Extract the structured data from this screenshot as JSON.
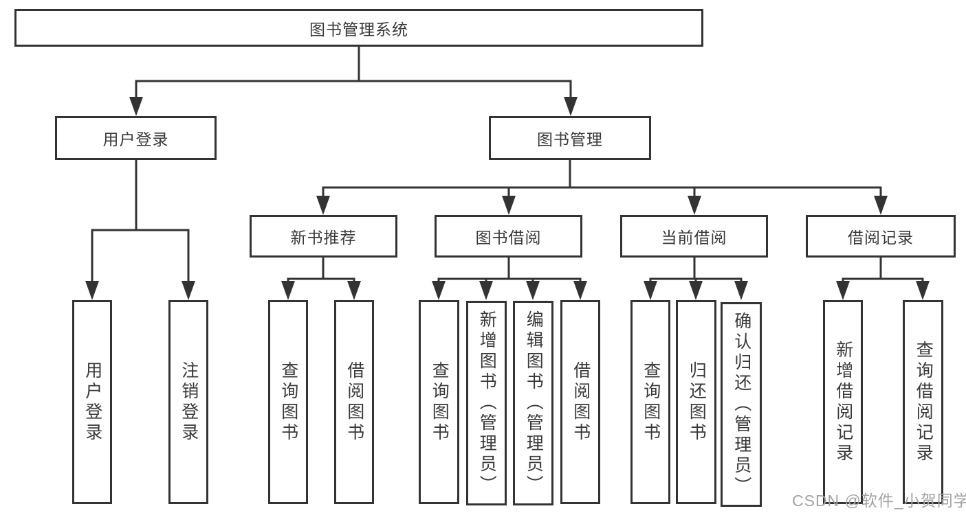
{
  "tree": {
    "root": {
      "label": "图书管理系统"
    },
    "branches": [
      {
        "label": "用户登录",
        "children": [
          "用户登录",
          "注销登录"
        ]
      },
      {
        "label": "图书管理",
        "children": [
          {
            "label": "新书推荐",
            "children": [
              "查询图书",
              "借阅图书"
            ]
          },
          {
            "label": "图书借阅",
            "children": [
              "查询图书",
              "新增图书（管理员）",
              "编辑图书（管理员）",
              "借阅图书"
            ]
          },
          {
            "label": "当前借阅",
            "children": [
              "查询图书",
              "归还图书",
              "确认归还（管理员）"
            ]
          },
          {
            "label": "借阅记录",
            "children": [
              "新增借阅记录",
              "查询借阅记录"
            ]
          }
        ]
      }
    ]
  },
  "watermark": "CSDN @软件_小贺同学",
  "colors": {
    "line": "#333333",
    "text": "#383838",
    "watermark": "#a3a3a3",
    "background": "#ffffff"
  }
}
